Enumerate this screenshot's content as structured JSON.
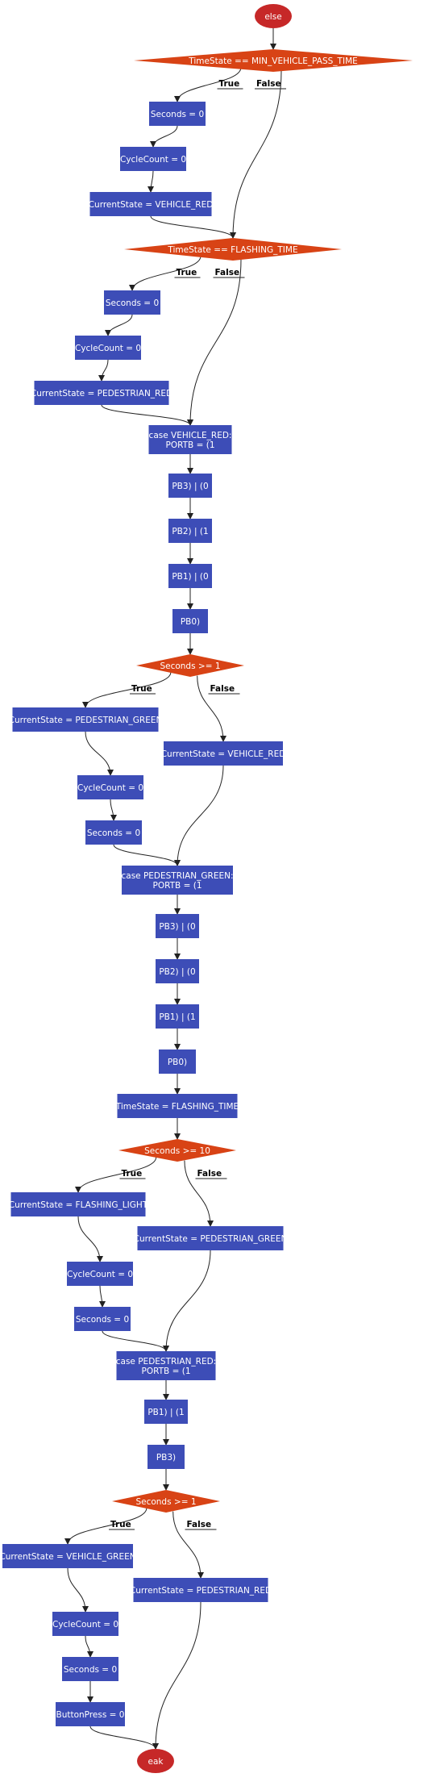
{
  "colors": {
    "process": "#3d4db7",
    "decision": "#d84315",
    "terminal": "#c62828",
    "edge": "#222222"
  },
  "nodes": [
    {
      "id": "n_else",
      "shape": "ellipse",
      "label": [
        "else"
      ]
    },
    {
      "id": "d1",
      "shape": "diamond",
      "label": [
        "TimeState == MIN_VEHICLE_PASS_TIME"
      ]
    },
    {
      "id": "r1",
      "shape": "rect",
      "label": [
        "Seconds = 0"
      ]
    },
    {
      "id": "r2",
      "shape": "rect",
      "label": [
        "CycleCount = 0"
      ]
    },
    {
      "id": "r3",
      "shape": "rect",
      "label": [
        "CurrentState = VEHICLE_RED"
      ]
    },
    {
      "id": "d2",
      "shape": "diamond",
      "label": [
        "TimeState == FLASHING_TIME"
      ]
    },
    {
      "id": "r4",
      "shape": "rect",
      "label": [
        "Seconds = 0"
      ]
    },
    {
      "id": "r5",
      "shape": "rect",
      "label": [
        "CycleCount = 0"
      ]
    },
    {
      "id": "r6",
      "shape": "rect",
      "label": [
        "CurrentState = PEDESTRIAN_RED"
      ]
    },
    {
      "id": "c1",
      "shape": "rect",
      "label": [
        "case VEHICLE_RED:",
        "PORTB = (1"
      ]
    },
    {
      "id": "p1",
      "shape": "rect",
      "label": [
        "PB3) | (0"
      ]
    },
    {
      "id": "p2",
      "shape": "rect",
      "label": [
        "PB2) | (1"
      ]
    },
    {
      "id": "p3",
      "shape": "rect",
      "label": [
        "PB1) | (0"
      ]
    },
    {
      "id": "p4",
      "shape": "rect",
      "label": [
        "PB0)"
      ]
    },
    {
      "id": "d3",
      "shape": "diamond",
      "label": [
        "Seconds >= 1"
      ]
    },
    {
      "id": "r7",
      "shape": "rect",
      "label": [
        "CurrentState = PEDESTRIAN_GREEN"
      ]
    },
    {
      "id": "r8",
      "shape": "rect",
      "label": [
        "CurrentState = VEHICLE_RED"
      ]
    },
    {
      "id": "r9",
      "shape": "rect",
      "label": [
        "CycleCount = 0"
      ]
    },
    {
      "id": "r10",
      "shape": "rect",
      "label": [
        "Seconds = 0"
      ]
    },
    {
      "id": "c2",
      "shape": "rect",
      "label": [
        "case PEDESTRIAN_GREEN:",
        "PORTB = (1"
      ]
    },
    {
      "id": "p5",
      "shape": "rect",
      "label": [
        "PB3) | (0"
      ]
    },
    {
      "id": "p6",
      "shape": "rect",
      "label": [
        "PB2) | (0"
      ]
    },
    {
      "id": "p7",
      "shape": "rect",
      "label": [
        "PB1) | (1"
      ]
    },
    {
      "id": "p8",
      "shape": "rect",
      "label": [
        "PB0)"
      ]
    },
    {
      "id": "r11",
      "shape": "rect",
      "label": [
        "TimeState = FLASHING_TIME"
      ]
    },
    {
      "id": "d4",
      "shape": "diamond",
      "label": [
        "Seconds >= 10"
      ]
    },
    {
      "id": "r12",
      "shape": "rect",
      "label": [
        "CurrentState = FLASHING_LIGHT"
      ]
    },
    {
      "id": "r13",
      "shape": "rect",
      "label": [
        "CurrentState = PEDESTRIAN_GREEN"
      ]
    },
    {
      "id": "r14",
      "shape": "rect",
      "label": [
        "CycleCount = 0"
      ]
    },
    {
      "id": "r15",
      "shape": "rect",
      "label": [
        "Seconds = 0"
      ]
    },
    {
      "id": "c3",
      "shape": "rect",
      "label": [
        "case PEDESTRIAN_RED:",
        "PORTB = (1"
      ]
    },
    {
      "id": "p9",
      "shape": "rect",
      "label": [
        "PB1) | (1"
      ]
    },
    {
      "id": "p10",
      "shape": "rect",
      "label": [
        "PB3)"
      ]
    },
    {
      "id": "d5",
      "shape": "diamond",
      "label": [
        "Seconds >= 1"
      ]
    },
    {
      "id": "r16",
      "shape": "rect",
      "label": [
        "CurrentState = VEHICLE_GREEN"
      ]
    },
    {
      "id": "r17",
      "shape": "rect",
      "label": [
        "CurrentState = PEDESTRIAN_RED"
      ]
    },
    {
      "id": "r18",
      "shape": "rect",
      "label": [
        "CycleCount = 0"
      ]
    },
    {
      "id": "r19",
      "shape": "rect",
      "label": [
        "Seconds = 0"
      ]
    },
    {
      "id": "r20",
      "shape": "rect",
      "label": [
        "ButtonPress = 0"
      ]
    },
    {
      "id": "n_eak",
      "shape": "ellipse",
      "label": [
        "eak"
      ]
    }
  ],
  "edges": [
    {
      "from": "n_else",
      "to": "d1",
      "label": ""
    },
    {
      "from": "d1",
      "to": "r1",
      "label": "True"
    },
    {
      "from": "d1",
      "to": "d2",
      "label": "False"
    },
    {
      "from": "r1",
      "to": "r2",
      "label": ""
    },
    {
      "from": "r2",
      "to": "r3",
      "label": ""
    },
    {
      "from": "r3",
      "to": "d2",
      "label": ""
    },
    {
      "from": "d2",
      "to": "r4",
      "label": "True"
    },
    {
      "from": "d2",
      "to": "c1",
      "label": "False"
    },
    {
      "from": "r4",
      "to": "r5",
      "label": ""
    },
    {
      "from": "r5",
      "to": "r6",
      "label": ""
    },
    {
      "from": "r6",
      "to": "c1",
      "label": ""
    },
    {
      "from": "c1",
      "to": "p1",
      "label": ""
    },
    {
      "from": "p1",
      "to": "p2",
      "label": ""
    },
    {
      "from": "p2",
      "to": "p3",
      "label": ""
    },
    {
      "from": "p3",
      "to": "p4",
      "label": ""
    },
    {
      "from": "p4",
      "to": "d3",
      "label": ""
    },
    {
      "from": "d3",
      "to": "r7",
      "label": "True"
    },
    {
      "from": "d3",
      "to": "r8",
      "label": "False"
    },
    {
      "from": "r7",
      "to": "r9",
      "label": ""
    },
    {
      "from": "r9",
      "to": "r10",
      "label": ""
    },
    {
      "from": "r10",
      "to": "c2",
      "label": ""
    },
    {
      "from": "r8",
      "to": "c2",
      "label": ""
    },
    {
      "from": "c2",
      "to": "p5",
      "label": ""
    },
    {
      "from": "p5",
      "to": "p6",
      "label": ""
    },
    {
      "from": "p6",
      "to": "p7",
      "label": ""
    },
    {
      "from": "p7",
      "to": "p8",
      "label": ""
    },
    {
      "from": "p8",
      "to": "r11",
      "label": ""
    },
    {
      "from": "r11",
      "to": "d4",
      "label": ""
    },
    {
      "from": "d4",
      "to": "r12",
      "label": "True"
    },
    {
      "from": "d4",
      "to": "r13",
      "label": "False"
    },
    {
      "from": "r12",
      "to": "r14",
      "label": ""
    },
    {
      "from": "r14",
      "to": "r15",
      "label": ""
    },
    {
      "from": "r15",
      "to": "c3",
      "label": ""
    },
    {
      "from": "r13",
      "to": "c3",
      "label": ""
    },
    {
      "from": "c3",
      "to": "p9",
      "label": ""
    },
    {
      "from": "p9",
      "to": "p10",
      "label": ""
    },
    {
      "from": "p10",
      "to": "d5",
      "label": ""
    },
    {
      "from": "d5",
      "to": "r16",
      "label": "True"
    },
    {
      "from": "d5",
      "to": "r17",
      "label": "False"
    },
    {
      "from": "r16",
      "to": "r18",
      "label": ""
    },
    {
      "from": "r18",
      "to": "r19",
      "label": ""
    },
    {
      "from": "r19",
      "to": "r20",
      "label": ""
    },
    {
      "from": "r20",
      "to": "n_eak",
      "label": ""
    },
    {
      "from": "r17",
      "to": "n_eak",
      "label": ""
    }
  ]
}
